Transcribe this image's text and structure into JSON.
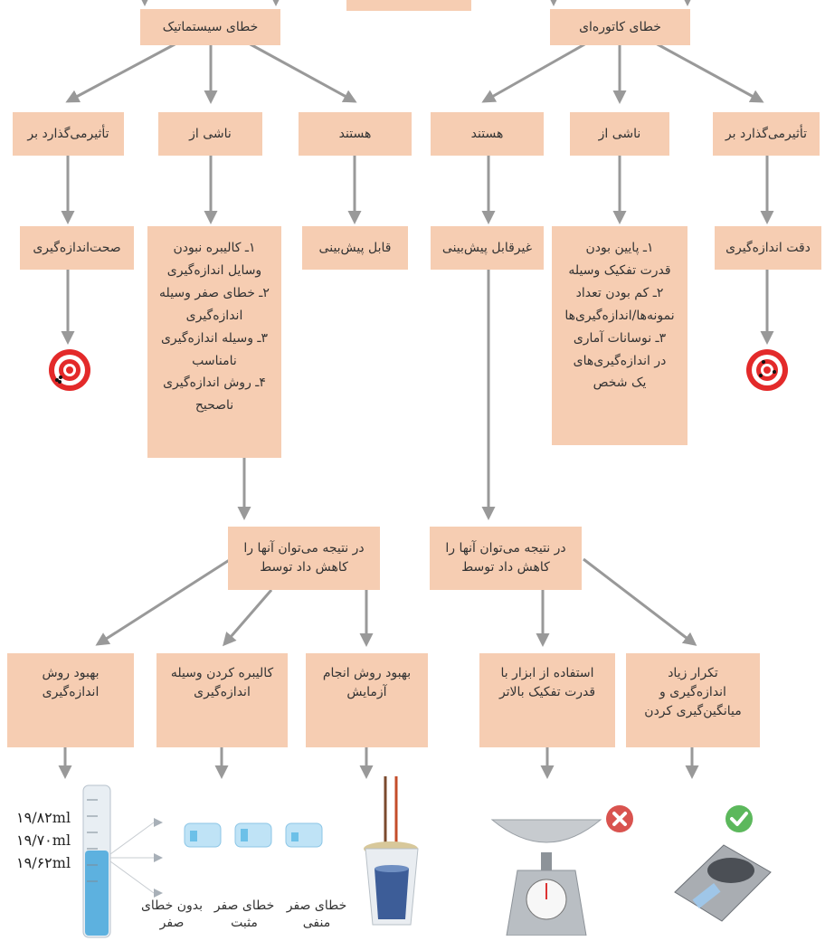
{
  "systematic": {
    "title": "خطای سیستماتیک",
    "affects_label": "تأثیرمی‌گذارد بر",
    "cause_label": "ناشی از",
    "nature_label": "هستند",
    "affects_value": "صحت‌اندازه‌گیری",
    "causes": "۱ـ کالیبره نبودن\nوسایل اندازه‌گیری\n۲ـ خطای صفر وسیله\nاندازه‌گیری\n۳ـ وسیله اندازه‌گیری\nنامناسب\n۴ـ روش اندازه‌گیری\nناصحیح",
    "nature_value": "قابل پیش‌بینی",
    "reduce_label": "در نتیجه می‌توان آنها را\nکاهش داد توسط",
    "remedies": [
      "بهبود روش\nاندازه‌گیری",
      "کالیبره کردن وسیله\nاندازه‌گیری",
      "بهبود روش انجام\nآزمایش"
    ]
  },
  "random": {
    "title": "خطای کاتوره‌ای",
    "nature_label": "هستند",
    "cause_label": "ناشی از",
    "affects_label": "تأثیرمی‌گذارد بر",
    "nature_value": "غیرقابل پیش‌بینی",
    "causes": "۱ـ پایین بودن\nقدرت تفکیک وسیله\n۲ـ کم بودن تعداد\nنمونه‌ها/اندازه‌گیری‌ها\n۳ـ نوسانات آماری\nدر اندازه‌گیری‌های\nیک شخص",
    "affects_value": "دقت اندازه‌گیری",
    "reduce_label": "در نتیجه می‌توان آنها را\nکاهش داد توسط",
    "remedies": [
      "استفاده از ابزار با\nقدرت تفکیک بالاتر",
      "تکرار زیاد\nاندازه‌گیری و\nمیانگین‌گیری کردن"
    ]
  },
  "illustrations": {
    "burette_readings": [
      "۱۹/۸۲ml",
      "۱۹/۷۰ml",
      "۱۹/۶۲ml"
    ],
    "zero_error_labels": [
      "بدون خطای\nصفر",
      "خطای صفر\nمثبت",
      "خطای صفر\nمنفی"
    ]
  },
  "icons": {
    "accuracy_target": "target-icon-scattered",
    "precision_target": "target-icon-grouped",
    "wrong": "red-cross-icon",
    "correct": "green-check-icon"
  },
  "colors": {
    "box": "#f6cdb2",
    "arrow": "#999999",
    "target_red": "#e32a2a",
    "check_green": "#5cb85c",
    "cross_red": "#d9534f"
  }
}
